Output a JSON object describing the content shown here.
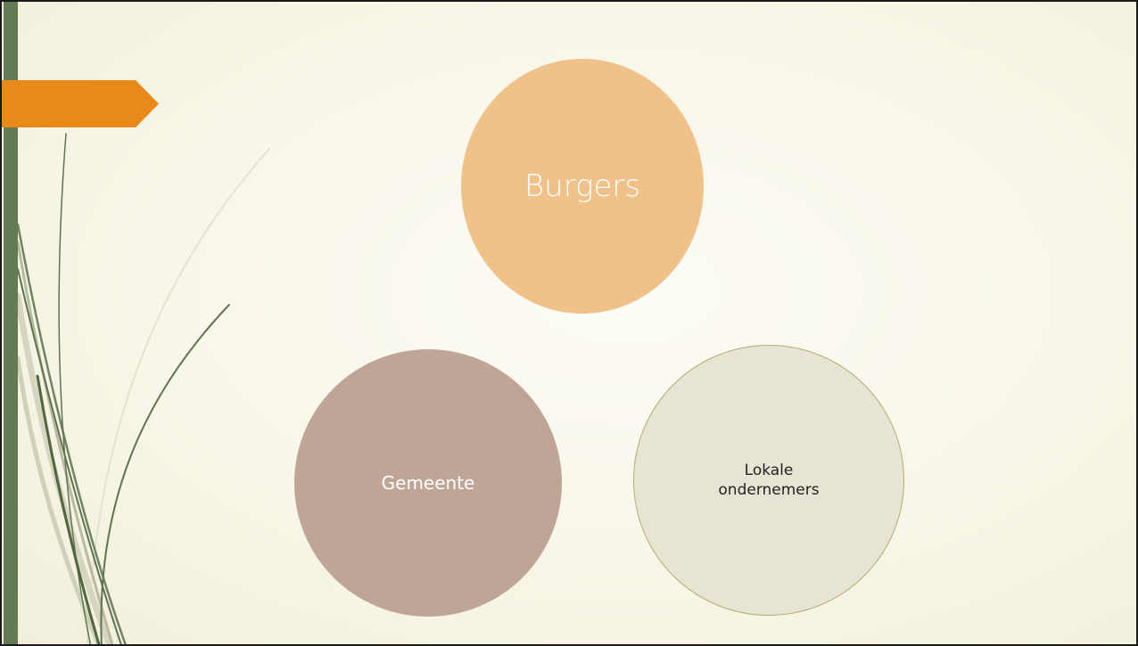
{
  "diagram": {
    "nodes": [
      {
        "id": "burgers",
        "label": "Burgers",
        "color": "#f0c189"
      },
      {
        "id": "gemeente",
        "label": "Gemeente",
        "color": "#bfa595"
      },
      {
        "id": "lokale",
        "label": "Lokale\nondernemers",
        "color": "#e7e4d5"
      }
    ]
  },
  "theme": {
    "accent": "#e8891a",
    "bar": "#637a55",
    "background": "#f8f6e8"
  }
}
